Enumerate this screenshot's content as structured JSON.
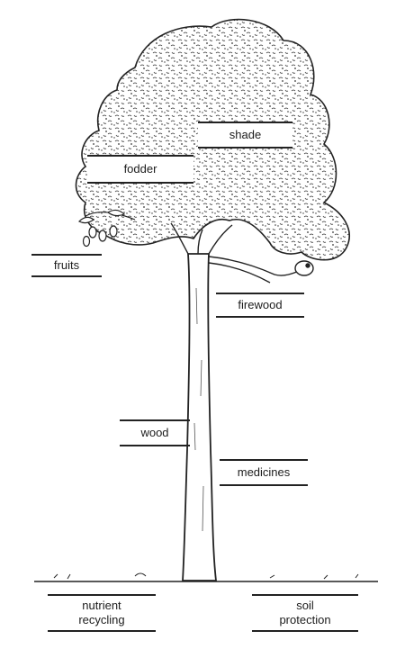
{
  "diagram": {
    "labels": {
      "shade": "shade",
      "fodder": "fodder",
      "fruits": "fruits",
      "firewood": "firewood",
      "wood": "wood",
      "medicines": "medicines",
      "nutrient_recycling_line1": "nutrient",
      "nutrient_recycling_line2": "recycling",
      "soil_protection_line1": "soil",
      "soil_protection_line2": "protection"
    },
    "colors": {
      "ink": "#222222",
      "background": "#ffffff"
    }
  }
}
